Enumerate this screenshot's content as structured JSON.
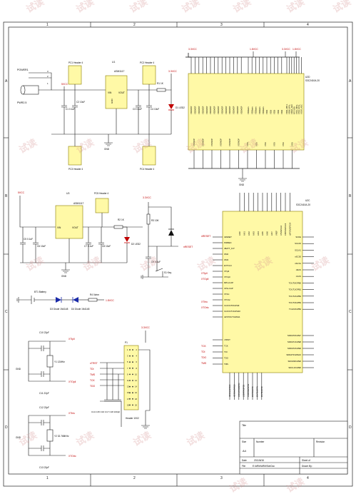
{
  "frame": {
    "col_labels": [
      "1",
      "2",
      "3",
      "4"
    ],
    "row_labels": [
      "A",
      "B",
      "C",
      "D"
    ]
  },
  "watermark": "试读",
  "nets": {
    "v33": "3.3VCC",
    "v18": "1.8VCC",
    "v5": "5VCC",
    "gnd": "GND",
    "xtpi": "XTIpll",
    "xtpo": "XTOpll",
    "xtirtc": "XTIrtc",
    "xtortc": "XTOrtc",
    "nreset": "nRESET",
    "tck": "TCK",
    "tdi": "TDI",
    "tdo": "TDO",
    "tms": "TMS",
    "ntrst": "nTRST"
  },
  "power": {
    "jack_label": "POWER1",
    "jack_ref": "PWR2.5",
    "pc1": "PC1 Header 4",
    "pc2": "PC2 Header 4",
    "pc3": "PC3 Header 4",
    "pc4": "PC4 Header 4",
    "u1_ref": "U1",
    "u1_part": "ASM1117",
    "u1_vin": "VIN",
    "u1_vout": "VOUT",
    "u1_gnd": "GND",
    "c1": "C1 0.1uF",
    "c2": "C2 10uF",
    "c3": "C3 0.1uF",
    "c4": "C4 10uF",
    "r1": "R1 1K",
    "d1": "D1 LED2"
  },
  "power18": {
    "u3_ref": "U3",
    "u3_part": "ASM1117",
    "pc5": "PC5 Header 4",
    "c5": "C5 0.1uF",
    "c6": "C6 10uF",
    "c7": "C7 0.1uF",
    "c8": "C8 10uF",
    "r2": "R2 1K",
    "d2": "D2 LED2"
  },
  "reset": {
    "r3": "R3 10K",
    "c9": "C9 0.1uF",
    "s1": "S1 Key"
  },
  "battery": {
    "bt": "BT1 Battery",
    "d3": "D3 Diode 1N4148",
    "d4": "D4 Diode 1N4148",
    "r4": "R4 0ohm"
  },
  "crystals": {
    "c10": "C10 22pF",
    "c11": "C11 22pF",
    "y1": "Y1 12MHz",
    "c12": "C12 22pF",
    "c13": "C13 22pF",
    "y2": "Y2 32.768KHz"
  },
  "jtag": {
    "ref": "P1",
    "part": "Header 10X2",
    "pins_left": [
      "1",
      "3",
      "5",
      "7",
      "9",
      "11",
      "13",
      "15",
      "17",
      "19"
    ],
    "pins_right": [
      "2",
      "4",
      "6",
      "8",
      "10",
      "12",
      "14",
      "16",
      "18",
      "20"
    ],
    "caps": "C14 C15 C16 C17 C18 100pF"
  },
  "mcu_power": {
    "ref": "U2D",
    "part": "S3C2410A-20",
    "left_pins": [
      "VDDMOP",
      "VDDMOP",
      "VDDMOP",
      "VDDMOP",
      "VDDMOP",
      "VDDMOP",
      "VDDMOP",
      "VDDMOP",
      "VDDMOP",
      "VDDMOP",
      "VDDMOP",
      "VDDMOP",
      "VDDMOP",
      "VDDMOP"
    ],
    "left_pins_b": [
      "VDDiarm",
      "VDDiarm",
      "VDDiarm",
      "VDDiarm",
      "VDDiarm",
      "VDDi",
      "VDDi",
      "VDDi",
      "VDDi",
      "VDDi"
    ],
    "right_pins": [
      "VDDi_MPLL",
      "VDDi_UPLL",
      "VDDA_ADC",
      "RTCVDD",
      "VSSi_MPLL",
      "VSSi_UPLL",
      "VSSA_ADC"
    ],
    "gnd_pins": [
      "VSSMOP",
      "VSSMOP",
      "VSSMOP",
      "VSSMOP",
      "VSSMOP",
      "VSSMOP",
      "VSSi",
      "VSSi",
      "VSSi",
      "VSSi",
      "VSSi",
      "VSSi"
    ]
  },
  "mcu_io": {
    "ref": "U2C",
    "part": "S3C2410A-20",
    "left_pins": [
      "nRESET",
      "PWREN",
      "nBATT_FLT",
      "OM2",
      "OM3",
      "EXTCLK",
      "XTIpll",
      "XTOpll",
      "MPLLCAP",
      "UPLLCAP",
      "XTIrtc",
      "XTOrtc",
      "CLKOUT0/GPH9",
      "CLKOUT1/GPH10",
      "nRSTOUT/GPA21"
    ],
    "left_pins_b": [
      "nTRST",
      "TCK",
      "TDI",
      "TDO",
      "TMS"
    ],
    "right_pins": [
      "SCKE",
      "SCLK0",
      "SCLK1",
      "nSCS0",
      "nSCS1",
      "nRAS",
      "nCAS",
      "TOUT0/GPB0",
      "TOUT1/GPB1",
      "TOUT2/GPB2",
      "TOUT3/GPB3",
      "TCLK0/GPB4"
    ],
    "right_pins_b": [
      "SDDAT0/GPE7",
      "SDDAT1/GPE8",
      "SDDAT2/GPE9",
      "SDDAT3/GPE10",
      "SDCMD/GPE6",
      "SDCLK/GPE5"
    ],
    "top_pins": [
      "AIN0",
      "AIN1",
      "AIN2",
      "AIN3",
      "AIN4",
      "AIN5",
      "AIN6",
      "AIN7",
      "VREF",
      "nTS/GPG12",
      "XMON/GPG13",
      "nXPON/GPG14"
    ],
    "bottom_pins": [
      "IICSCL/GPE14",
      "IICSDA/GPE15",
      "L3CLOCK/GPB4",
      "L3DATA/GPB3",
      "L3MODE/GPB2",
      "EINT0/GPF0",
      "EINT1/GPF1",
      "EINT2/GPF2"
    ]
  },
  "title_block": {
    "title_label": "Title",
    "size_label": "Size",
    "size_value": "A4",
    "number_label": "Number",
    "revision_label": "Revision",
    "date_label": "Date",
    "date_value": "2011/6/16",
    "sheet_label": "Sheet   of",
    "file_label": "File",
    "file_value": "E:\\ARM\\ARM\\SchDoc",
    "drawn_label": "Drawn By:"
  }
}
